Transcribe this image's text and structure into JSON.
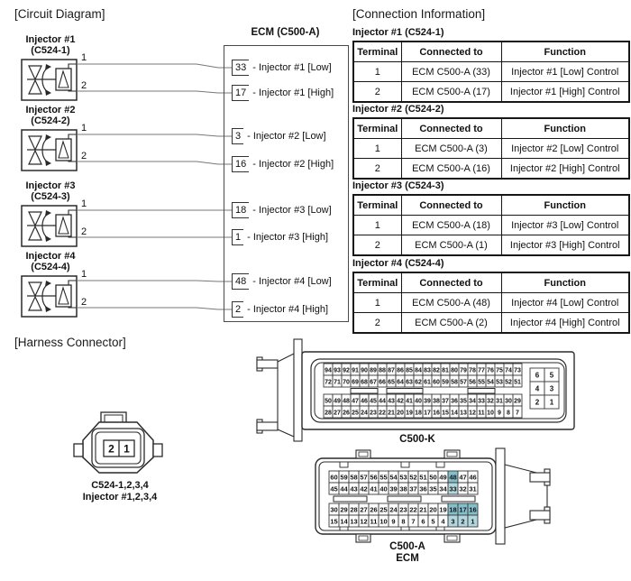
{
  "sections": {
    "circuit_diagram": "[Circuit Diagram]",
    "connection_information": "[Connection Information]",
    "harness_connector": "[Harness Connector]"
  },
  "circuit": {
    "ecm_title": "ECM (C500-A)",
    "injectors": [
      {
        "name": "Injector #1",
        "connector": "(C524-1)",
        "pins": [
          "1",
          "2"
        ]
      },
      {
        "name": "Injector #2",
        "connector": "(C524-2)",
        "pins": [
          "1",
          "2"
        ]
      },
      {
        "name": "Injector #3",
        "connector": "(C524-3)",
        "pins": [
          "1",
          "2"
        ]
      },
      {
        "name": "Injector #4",
        "connector": "(C524-4)",
        "pins": [
          "1",
          "2"
        ]
      }
    ],
    "ecm_pins": [
      {
        "pin": "33",
        "label": "- Injector #1 [Low]"
      },
      {
        "pin": "17",
        "label": "- Injector #1 [High]"
      },
      {
        "pin": "3",
        "label": "- Injector #2 [Low]"
      },
      {
        "pin": "16",
        "label": "- Injector #2 [High]"
      },
      {
        "pin": "18",
        "label": "- Injector #3 [Low]"
      },
      {
        "pin": "1",
        "label": "- Injector #3 [High]"
      },
      {
        "pin": "48",
        "label": "- Injector #4 [Low]"
      },
      {
        "pin": "2",
        "label": "- Injector #4 [High]"
      }
    ]
  },
  "connection": {
    "tables": [
      {
        "title": "Injector #1 (C524-1)",
        "headers": [
          "Terminal",
          "Connected to",
          "Function"
        ],
        "rows": [
          [
            "1",
            "ECM C500-A (33)",
            "Injector #1 [Low] Control"
          ],
          [
            "2",
            "ECM C500-A (17)",
            "Injector #1 [High] Control"
          ]
        ]
      },
      {
        "title": "Injector #2 (C524-2)",
        "headers": [
          "Terminal",
          "Connected to",
          "Function"
        ],
        "rows": [
          [
            "1",
            "ECM C500-A (3)",
            "Injector #2 [Low] Control"
          ],
          [
            "2",
            "ECM C500-A (16)",
            "Injector #2 [High] Control"
          ]
        ]
      },
      {
        "title": "Injector #3 (C524-3)",
        "headers": [
          "Terminal",
          "Connected to",
          "Function"
        ],
        "rows": [
          [
            "1",
            "ECM C500-A (18)",
            "Injector #3 [Low] Control"
          ],
          [
            "2",
            "ECM C500-A (1)",
            "Injector #3 [High] Control"
          ]
        ]
      },
      {
        "title": "Injector #4 (C524-4)",
        "headers": [
          "Terminal",
          "Connected to",
          "Function"
        ],
        "rows": [
          [
            "1",
            "ECM C500-A (48)",
            "Injector #4 [Low] Control"
          ],
          [
            "2",
            "ECM C500-A (2)",
            "Injector #4 [High] Control"
          ]
        ]
      }
    ]
  },
  "harness": {
    "c524": {
      "pins": [
        "2",
        "1"
      ],
      "caption_line1": "C524-1,2,3,4",
      "caption_line2": "Injector #1,2,3,4"
    },
    "c500k": {
      "label": "C500-K",
      "rows": [
        [
          94,
          93,
          92,
          91,
          90,
          89,
          88,
          87,
          86,
          85,
          84,
          83,
          82,
          81,
          80,
          79,
          78,
          77,
          76,
          75,
          74,
          73
        ],
        [
          72,
          71,
          70,
          69,
          68,
          67,
          66,
          65,
          64,
          63,
          62,
          61,
          60,
          59,
          58,
          57,
          56,
          55,
          54,
          53,
          52,
          51
        ],
        [
          50,
          49,
          48,
          47,
          46,
          45,
          44,
          43,
          42,
          41,
          40,
          39,
          38,
          37,
          36,
          35,
          34,
          33,
          32,
          31,
          30,
          29
        ],
        [
          28,
          27,
          26,
          25,
          24,
          23,
          22,
          21,
          20,
          19,
          18,
          17,
          16,
          15,
          14,
          13,
          12,
          11,
          10,
          9,
          8,
          7
        ]
      ],
      "side_rows": [
        [
          6,
          5
        ],
        [
          4,
          3
        ],
        [
          2,
          1
        ]
      ]
    },
    "c500a": {
      "label": "C500-A",
      "sublabel": "ECM",
      "rows": [
        [
          60,
          59,
          58,
          57,
          56,
          55,
          54,
          53,
          52,
          51,
          50,
          49,
          48,
          47,
          46
        ],
        [
          45,
          44,
          43,
          42,
          41,
          40,
          39,
          38,
          37,
          36,
          35,
          34,
          33,
          32,
          31
        ],
        [
          30,
          29,
          28,
          27,
          26,
          25,
          24,
          23,
          22,
          21,
          20,
          19,
          18,
          17,
          16
        ],
        [
          15,
          14,
          13,
          12,
          11,
          10,
          9,
          8,
          7,
          6,
          5,
          4,
          3,
          2,
          1
        ]
      ],
      "highlighted": [
        48,
        33,
        18,
        17,
        16,
        3,
        2,
        1
      ]
    }
  },
  "colors": {
    "highlight_dark": "#84bfcc",
    "highlight_light": "#b2d7de",
    "line": "#2a2a2a",
    "wire": "#777777"
  }
}
